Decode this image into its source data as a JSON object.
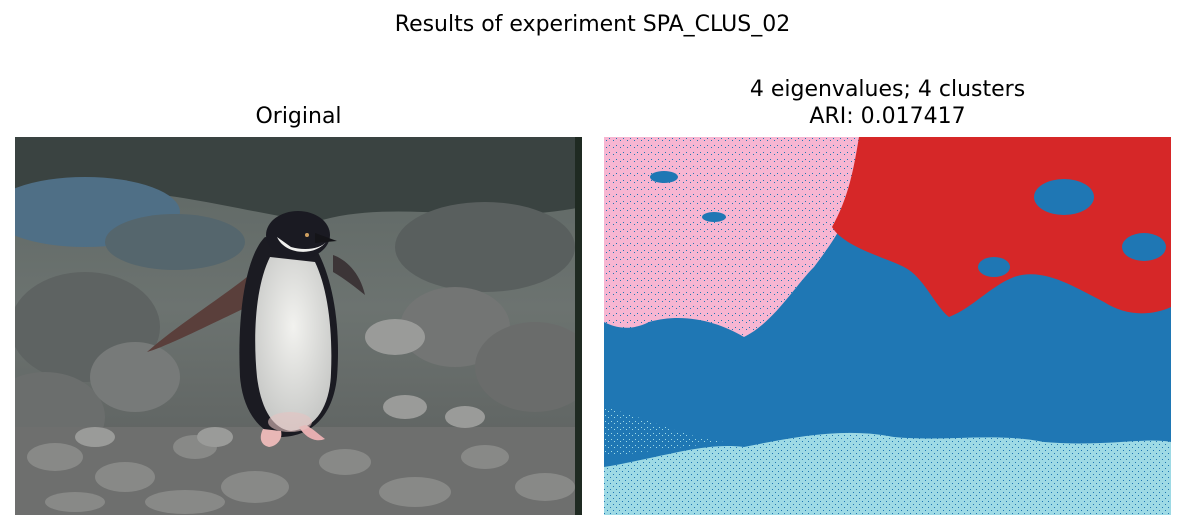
{
  "suptitle": "Results of experiment SPA_CLUS_02",
  "panels": [
    {
      "title_lines": [
        "Original"
      ],
      "description": "photo"
    },
    {
      "title_lines": [
        "4 eigenvalues; 4 clusters",
        "ARI: 0.017417"
      ],
      "description": "segmentation"
    }
  ],
  "colors": {
    "cluster_blue": "#1f77b4",
    "cluster_pink": "#f7b6d2",
    "cluster_red": "#d62728",
    "cluster_light_blue": "#9edae5"
  }
}
